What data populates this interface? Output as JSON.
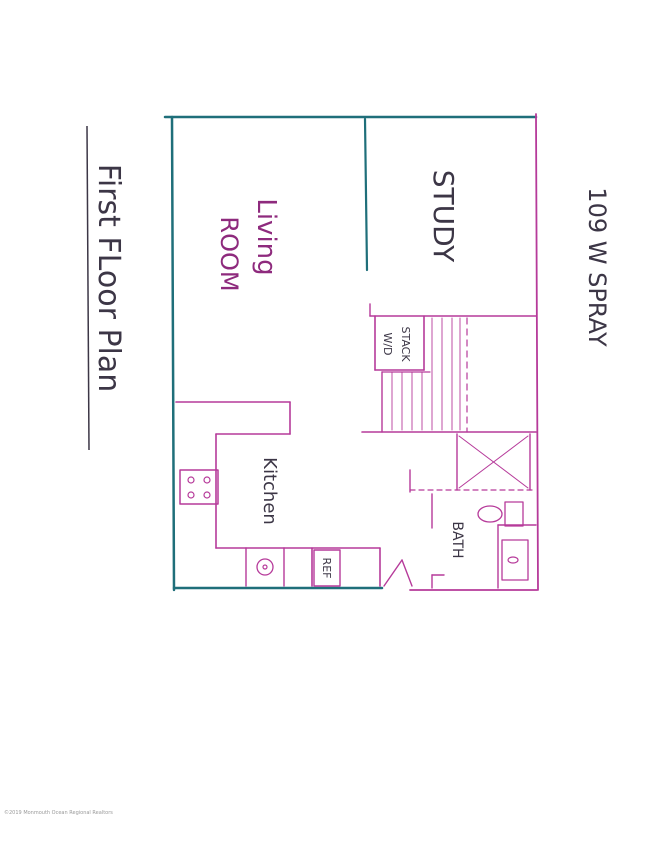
{
  "plan": {
    "title": "First FLoor Plan",
    "address": "109 W SPRAY",
    "rooms": {
      "living_room_line1": "Living",
      "living_room_line2": "ROOM",
      "study": "STUDY",
      "kitchen": "Kitchen",
      "bath": "BATH",
      "stack_line1": "STACK",
      "stack_line2": "W/D",
      "ref": "REF"
    }
  },
  "footer": {
    "copyright": "©2019 Monmouth Ocean Regional Realtors"
  },
  "colors": {
    "wall_teal": "#1f6f7a",
    "wall_pink": "#b63a9a",
    "text": "#3c3646"
  }
}
